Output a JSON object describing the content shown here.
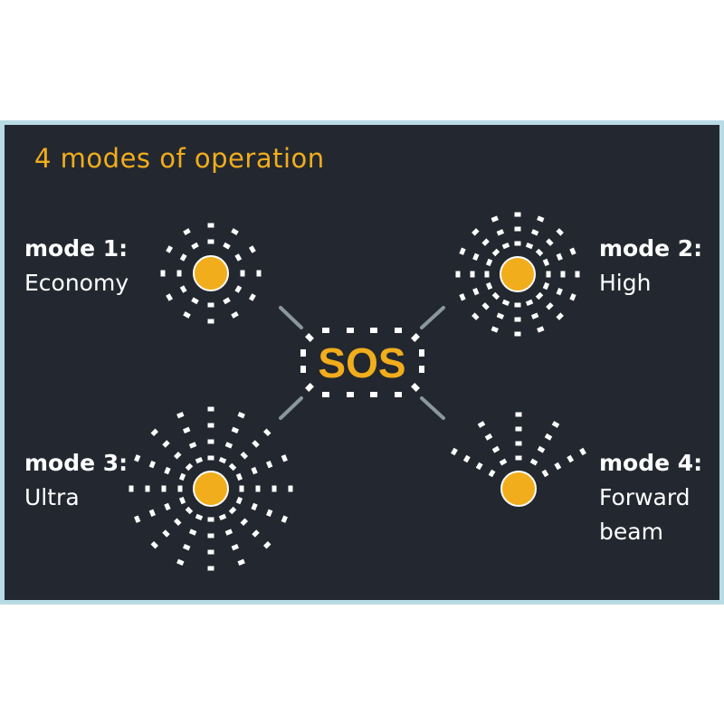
{
  "title": "4 modes of operation",
  "center": {
    "label": "SOS"
  },
  "modes": [
    {
      "heading": "mode 1:",
      "name": "Economy"
    },
    {
      "heading": "mode 2:",
      "name": "High"
    },
    {
      "heading": "mode 3:",
      "name": "Ultra"
    },
    {
      "heading": "mode 4:",
      "name": "Forward",
      "name2": "beam"
    }
  ],
  "colors": {
    "background": "#232830",
    "border": "#b9dbe6",
    "accent": "#f2ad1c",
    "text": "#ffffff",
    "connector": "#8a979e"
  }
}
